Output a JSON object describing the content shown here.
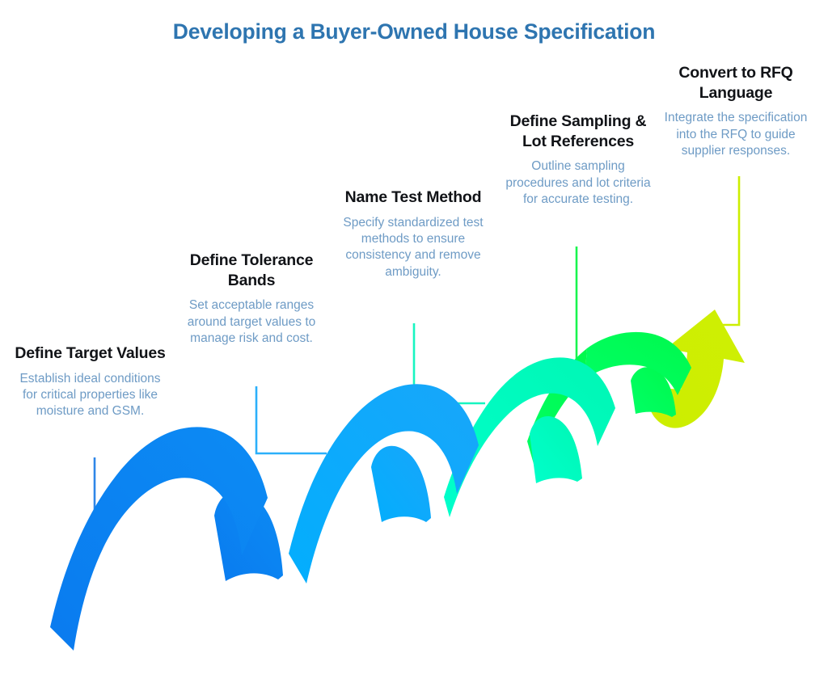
{
  "header": {
    "title": "Developing a Buyer-Owned House Specification"
  },
  "colors": {
    "title": "#2E75B0",
    "step_title": "#111317",
    "step_desc": "#6E9BC5",
    "background": "#FFFFFF",
    "fold_gap": "#FFFFFF"
  },
  "chart_data": {
    "type": "diagram",
    "subtype": "ascending-folded-ribbon-arrow",
    "title": "Developing a Buyer-Owned House Specification",
    "direction": "ascending left-to-right, arrow points up-right",
    "step_count": 5,
    "steps": [
      {
        "index": 1,
        "title": "Define Target Values",
        "desc": "Establish ideal conditions for critical properties like moisture and GSM.",
        "color": "#0A84F0",
        "connector": "vertical-line",
        "connector_color": "#2E86E8"
      },
      {
        "index": 2,
        "title": "Define Tolerance Bands",
        "desc": "Set acceptable ranges around target values to manage risk and cost.",
        "color": "#03A5FC",
        "connector": "elbow-down-right",
        "connector_color": "#2BB0FA"
      },
      {
        "index": 3,
        "title": "Name Test Method",
        "desc": "Specify standardized test methods to ensure consistency and remove ambiguity.",
        "color": "#00FFC0",
        "connector": "elbow-down-right",
        "connector_color": "#17F5C0"
      },
      {
        "index": 4,
        "title": "Define Sampling & Lot References",
        "desc": "Outline sampling procedures and lot criteria for accurate testing.",
        "color": "#00FF55",
        "connector": "vertical-line",
        "connector_color": "#18F54E"
      },
      {
        "index": 5,
        "title": "Convert to RFQ Language",
        "desc": "Integrate the specification into the RFQ to guide supplier responses.",
        "color": "#CCEE00",
        "connector": "vertical-line-with-foot",
        "connector_color": "#CCEE00"
      }
    ]
  }
}
